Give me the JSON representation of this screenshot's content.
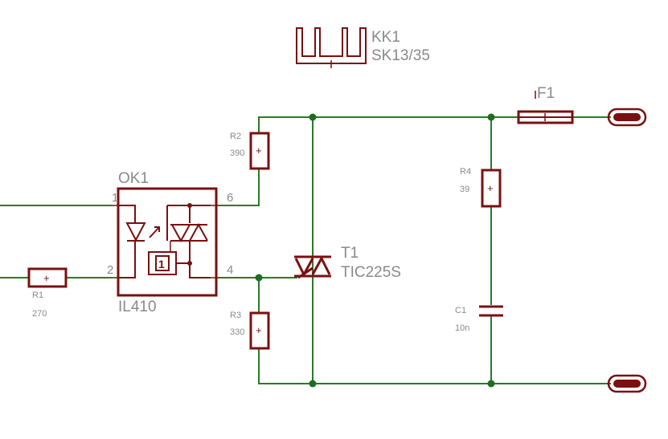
{
  "heatsink": {
    "name": "KK1",
    "value": "SK13/35"
  },
  "optocoupler": {
    "name": "OK1",
    "value": "IL410",
    "pin1": "1",
    "pin2": "2",
    "pin4": "4",
    "pin6": "6",
    "zc_label": "1"
  },
  "triac": {
    "name": "T1",
    "value": "TIC225S"
  },
  "fuse": {
    "name": "F1"
  },
  "resistors": {
    "r1": {
      "name": "R1",
      "value": "270"
    },
    "r2": {
      "name": "R2",
      "value": "390"
    },
    "r3": {
      "name": "R3",
      "value": "330"
    },
    "r4": {
      "name": "R4",
      "value": "39"
    }
  },
  "capacitor": {
    "name": "C1",
    "value": "10n"
  },
  "colors": {
    "wire": "#2a7a2a",
    "part": "#7a1010",
    "label": "#8a8a8a"
  }
}
